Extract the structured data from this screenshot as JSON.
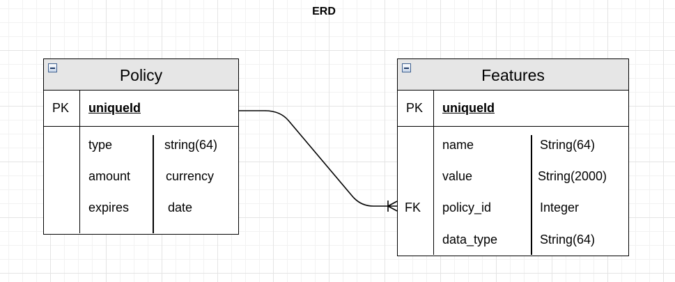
{
  "diagram": {
    "title": "ERD"
  },
  "entities": {
    "policy": {
      "name": "Policy",
      "pk_label": "PK",
      "pk_field": "uniqueId",
      "fields": [
        {
          "name": "type",
          "type": "string(64)"
        },
        {
          "name": "amount",
          "type": "currency"
        },
        {
          "name": "expires",
          "type": "date"
        }
      ]
    },
    "features": {
      "name": "Features",
      "pk_label": "PK",
      "pk_field": "uniqueId",
      "fk_label": "FK",
      "fields": [
        {
          "name": "name",
          "type": "String(64)"
        },
        {
          "name": "value",
          "type": "String(2000)"
        },
        {
          "name": "policy_id",
          "type": "Integer"
        },
        {
          "name": "data_type",
          "type": "String(64)"
        }
      ]
    }
  },
  "relationship": {
    "from": "Policy.uniqueId",
    "to": "Features.policy_id",
    "notation": "one-to-many"
  }
}
